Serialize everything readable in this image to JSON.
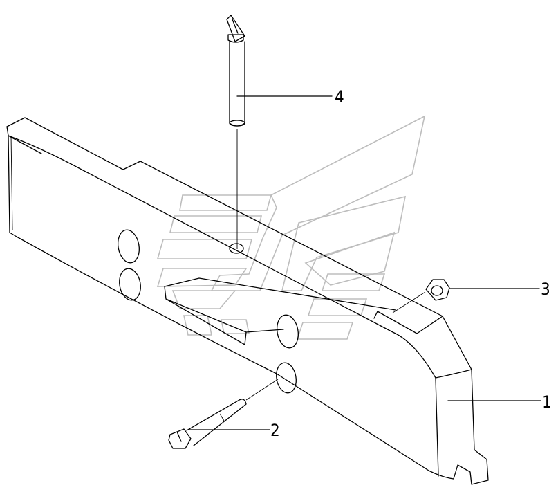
{
  "callouts": [
    {
      "id": "1",
      "label": "1"
    },
    {
      "id": "2",
      "label": "2"
    },
    {
      "id": "3",
      "label": "3"
    },
    {
      "id": "4",
      "label": "4"
    }
  ],
  "parts": [
    {
      "callout": "1",
      "name": "counterweight"
    },
    {
      "callout": "2",
      "name": "bolt"
    },
    {
      "callout": "3",
      "name": "nut"
    },
    {
      "callout": "4",
      "name": "pin"
    }
  ],
  "colors": {
    "line": "#000000",
    "watermark": "#bdbdbd",
    "background": "#ffffff"
  }
}
